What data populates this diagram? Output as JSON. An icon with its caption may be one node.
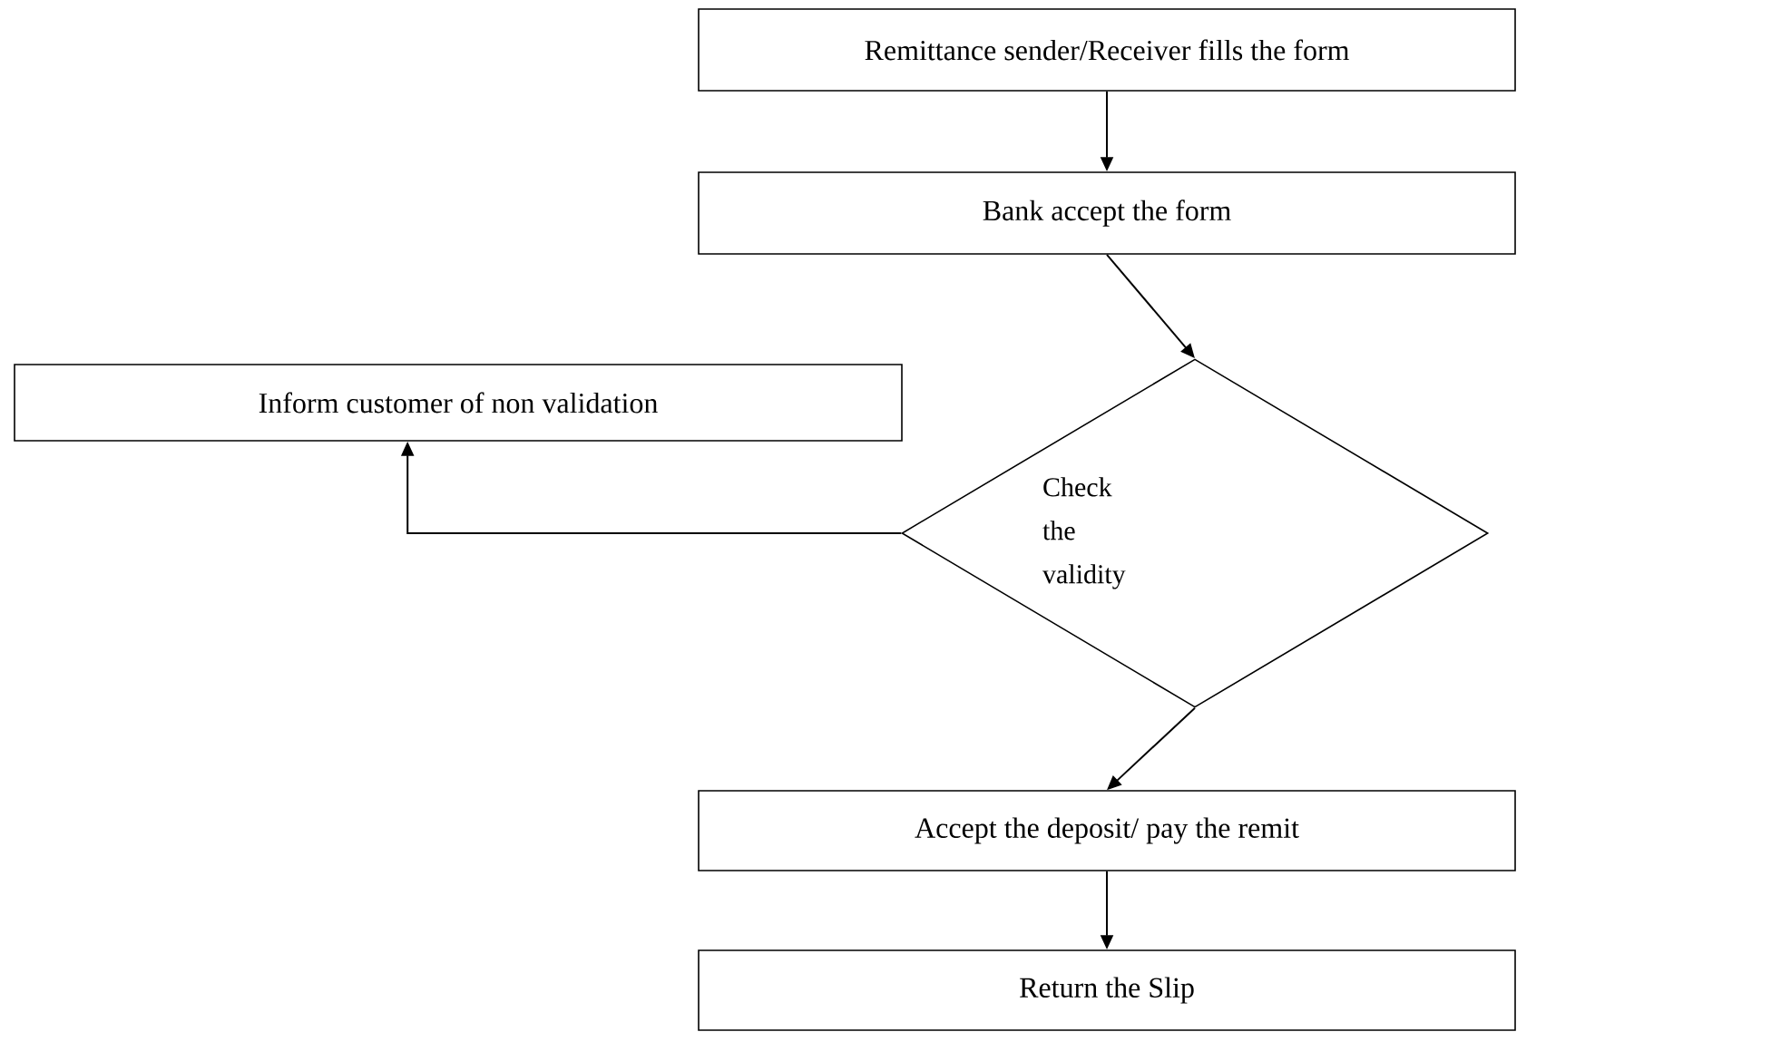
{
  "diagram": {
    "nodes": [
      {
        "text": [
          "Remittance sender/Receiver fills the form"
        ]
      },
      {
        "text": [
          "Bank accept the form"
        ]
      },
      {
        "text": [
          "Inform customer of non validation"
        ]
      },
      {
        "text": [
          "Check the validity"
        ]
      },
      {
        "text": [
          "Accept the deposit/ pay the remit"
        ]
      },
      {
        "text": [
          "Return the Slip"
        ]
      }
    ],
    "edges": [
      {
        "from": 0,
        "to": 1,
        "arrow": "to"
      },
      {
        "from": 1,
        "to": 3,
        "arrow": "to"
      },
      {
        "from": 3,
        "to": 2,
        "arrow": "to"
      },
      {
        "from": 3,
        "to": 4,
        "arrow": "to"
      },
      {
        "from": 4,
        "to": 5,
        "arrow": "to"
      }
    ]
  }
}
